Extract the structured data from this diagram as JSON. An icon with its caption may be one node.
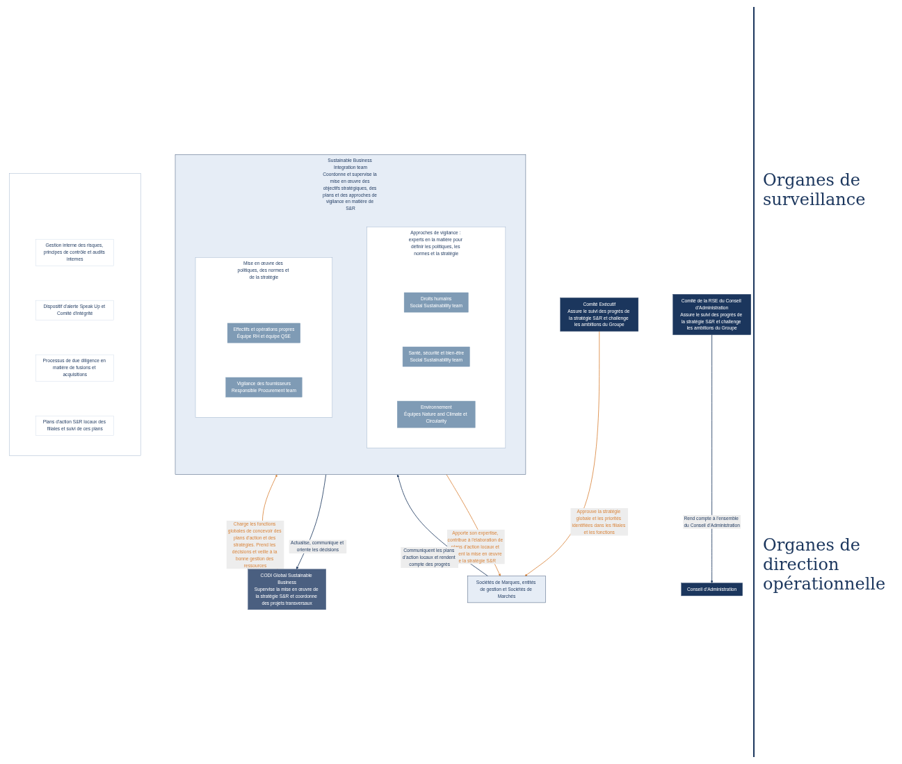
{
  "diagram": {
    "nodes": [
      {
        "text": [
          "Conseil d’Administration"
        ]
      },
      {
        "text": [
          "Comité de la RSE du Conseil d'Administration",
          "Assure le suivi des progrès de la stratégie S&R et challenge les ambitions du Groupe"
        ]
      },
      {
        "text": [
          "Comité Exécutif",
          "Assure le suivi des progrès de la stratégie S&R et challenge les ambitions du Groupe"
        ]
      },
      {
        "text": [
          "CODI Global Sustainable Business",
          "Supervise la mise en œuvre de la stratégie S&R et coordonne des projets transversaux"
        ]
      },
      {
        "text": [
          "Sustainable Business Integration team",
          "Coordonne et supervise la mise en œuvre des objectifs stratégiques, des plans et des approches de vigilance en matière de S&R"
        ]
      },
      {
        "text": [
          "Approches de vigilance : experts en la matière pour définir les politiques, les normes et la stratégie"
        ],
        "in": 4
      },
      {
        "text": [
          "Mise en œuvre des politiques, des normes et de la stratégie"
        ],
        "in": 4
      },
      {
        "text": [
          "Droits humains",
          "Social Sustainability team"
        ],
        "in": 5
      },
      {
        "text": [
          "Santé, sécurité et bien-être",
          "Social Sustainability team"
        ],
        "in": 5
      },
      {
        "text": [
          "Environnement",
          "Équipes Nature and Climate et Circularity"
        ],
        "in": 5
      },
      {
        "text": [
          "Effectifs et opérations propres",
          "Équipe RH et équipe QSE"
        ],
        "in": 6
      },
      {
        "text": [
          "Vigilance des fournisseurs",
          "Responsible Procurement team"
        ],
        "in": 6
      },
      {
        "text": [
          "Sociétés de Marques, entités de gestion et Sociétés de Marchés"
        ]
      },
      {
        "text": [],
        "shape": "box"
      },
      {
        "text": [
          "Gestion interne des risques, principes de contrôle et audits internes"
        ],
        "in": 13
      },
      {
        "text": [
          "Dispositif d'alerte Speak Up et Comité d'intégrité"
        ],
        "in": 13
      },
      {
        "text": [
          "Processus de due diligence en matière de fusions et acquisitions"
        ],
        "in": 13
      },
      {
        "text": [
          "Plans d'action S&R locaux des filiales et suivi de ces plans"
        ],
        "in": 13
      }
    ],
    "edges": [
      {
        "from": 1,
        "to": 0,
        "arrow": "to",
        "label": "Rend compte à l’ensemble du Conseil d’Administration"
      },
      {
        "from": 3,
        "to": 4,
        "arrow": "to",
        "color": "#d9843a",
        "label": "Charge les fonctions globales de concevoir des plans d'action et des stratégies. Prend les décisions et veille à la bonne gestion des ressources"
      },
      {
        "from": 4,
        "to": 3,
        "arrow": "to",
        "label": "Actualise, communique et oriente les décisions"
      },
      {
        "from": 2,
        "to": 12,
        "arrow": "to",
        "color": "#d9843a",
        "label": "Approuve la stratégie globale et les priorités identifiées dans les filiales et les fonctions"
      },
      {
        "from": 4,
        "to": 12,
        "arrow": "to",
        "color": "#d9843a",
        "label": "Apporte son expertise, contribue à l'élaboration de plans d'action locaux et soutient la mise en œuvre de la stratégie S&R"
      },
      {
        "from": 12,
        "to": 4,
        "arrow": "to",
        "label": "Communiquent les plans d’action locaux et rendent compte des progrès"
      }
    ],
    "labels": [
      "Organes de surveillance",
      "Organes de direction opérationnelle"
    ]
  }
}
